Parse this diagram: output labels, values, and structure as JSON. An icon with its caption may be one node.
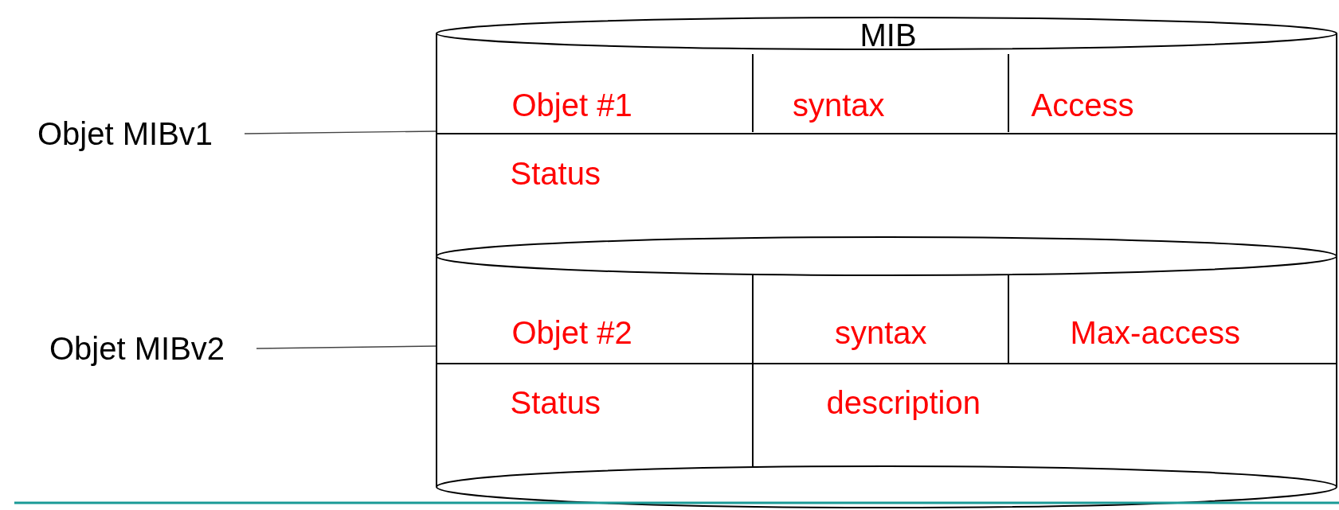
{
  "diagram": {
    "nodes": [
      {
        "text": [
          "Objet MIBv1"
        ]
      },
      {
        "text": [
          "MIB",
          "Objet #1",
          "syntax",
          "Access",
          "Status"
        ]
      },
      {
        "text": [
          "Objet MIBv2"
        ]
      },
      {
        "text": [
          "Objet #2",
          "syntax",
          "Max-access",
          "Status",
          "description"
        ]
      }
    ],
    "edges": [
      {
        "from": 0,
        "to": 1,
        "arrow": "none"
      },
      {
        "from": 2,
        "to": 3,
        "arrow": "none"
      }
    ]
  }
}
